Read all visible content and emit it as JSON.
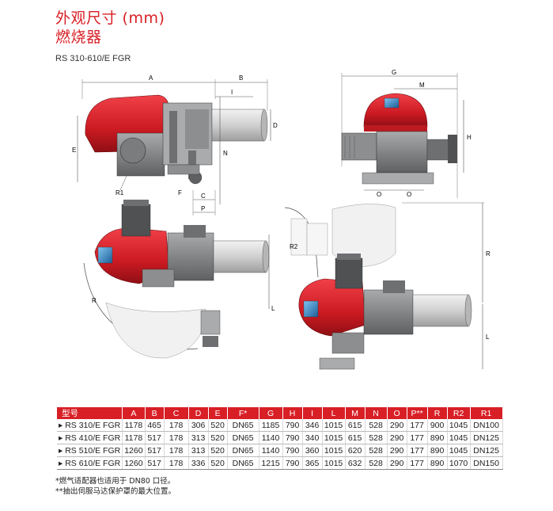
{
  "header": {
    "title_line1": "外观尺寸 (mm)",
    "title_line2": "燃烧器",
    "model": "RS 310-610/E FGR"
  },
  "drawing_labels": {
    "A": "A",
    "B": "B",
    "I": "I",
    "D": "D",
    "E": "E",
    "N": "N",
    "R1": "R1",
    "F": "F",
    "C": "C",
    "P": "P",
    "G": "G",
    "M": "M",
    "H": "H",
    "O": "O",
    "R": "R",
    "L": "L",
    "R2": "R2"
  },
  "table": {
    "headers": [
      "型号",
      "A",
      "B",
      "C",
      "D",
      "E",
      "F*",
      "G",
      "H",
      "I",
      "L",
      "M",
      "N",
      "O",
      "P**",
      "R",
      "R2",
      "R1"
    ],
    "rows": [
      [
        "▸ RS 310/E FGR",
        "1178",
        "465",
        "178",
        "306",
        "520",
        "DN65",
        "1185",
        "790",
        "346",
        "1015",
        "615",
        "528",
        "290",
        "177",
        "900",
        "1045",
        "DN100"
      ],
      [
        "▸ RS 410/E FGR",
        "1178",
        "517",
        "178",
        "313",
        "520",
        "DN65",
        "1140",
        "790",
        "340",
        "1015",
        "615",
        "528",
        "290",
        "177",
        "890",
        "1045",
        "DN125"
      ],
      [
        "▸ RS 510/E FGR",
        "1260",
        "517",
        "178",
        "313",
        "520",
        "DN65",
        "1140",
        "790",
        "360",
        "1015",
        "620",
        "528",
        "290",
        "177",
        "890",
        "1045",
        "DN125"
      ],
      [
        "▸ RS 610/E FGR",
        "1260",
        "517",
        "178",
        "336",
        "520",
        "DN65",
        "1215",
        "790",
        "365",
        "1015",
        "632",
        "528",
        "290",
        "177",
        "890",
        "1070",
        "DN150"
      ]
    ]
  },
  "notes": {
    "note1": "*燃气适配器也适用于 DN80 口径。",
    "note2": "**抽出伺服马达保护罩的最大位置。"
  },
  "colors": {
    "accent": "#d81f26",
    "metal": "#8d8f91",
    "tube": "#dcdcdc"
  }
}
